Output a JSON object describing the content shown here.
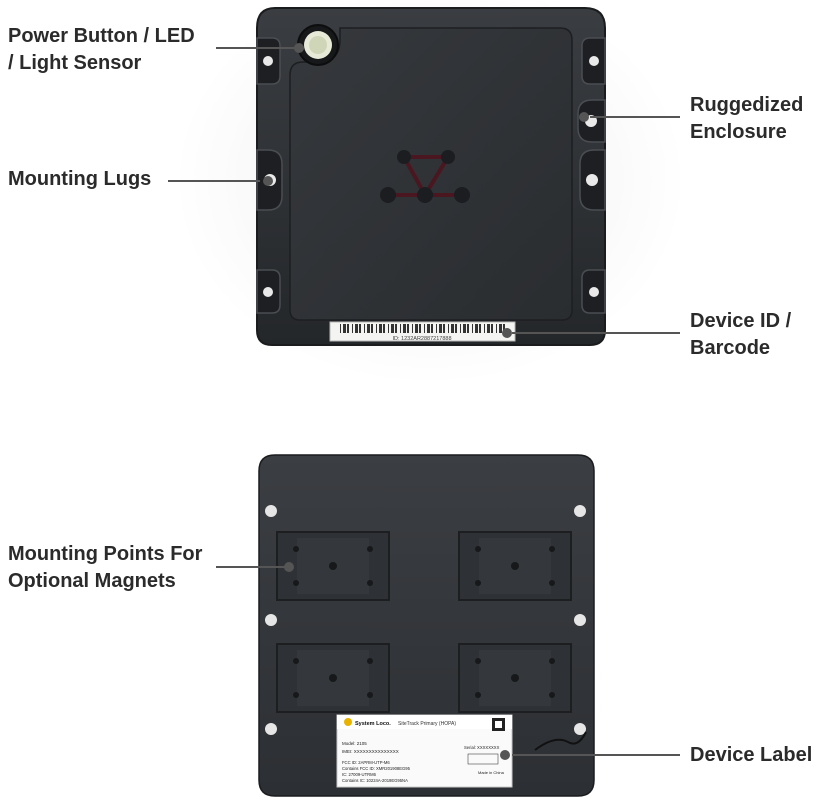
{
  "callouts": {
    "power": "Power Button / LED\n/ Light Sensor",
    "enclosure": "Ruggedized\nEnclosure",
    "lugs": "Mounting Lugs",
    "device_id": "Device ID /\nBarcode",
    "magnets": "Mounting Points For\nOptional Magnets",
    "device_label": "Device Label"
  },
  "device_label": {
    "brand": "System Loco.",
    "product": "SiteTrack Primary (HOPA)",
    "model": "Model: 2105",
    "imei": "IMEI: XXXXXXXXXXXXXXX",
    "fcc": "FCC ID: 2APRM-UTP-M6",
    "contains_fcc": "Contains FCC ID: XMR201908EG95",
    "ic": "IC: 27009-UTRM6",
    "contains_ic": "Contains IC: 10224A-2019EG95NA",
    "serial": "Serial: XXXXXXXX",
    "made_in": "Made in China"
  },
  "barcode_text": "ID: 1232AR2887217888"
}
